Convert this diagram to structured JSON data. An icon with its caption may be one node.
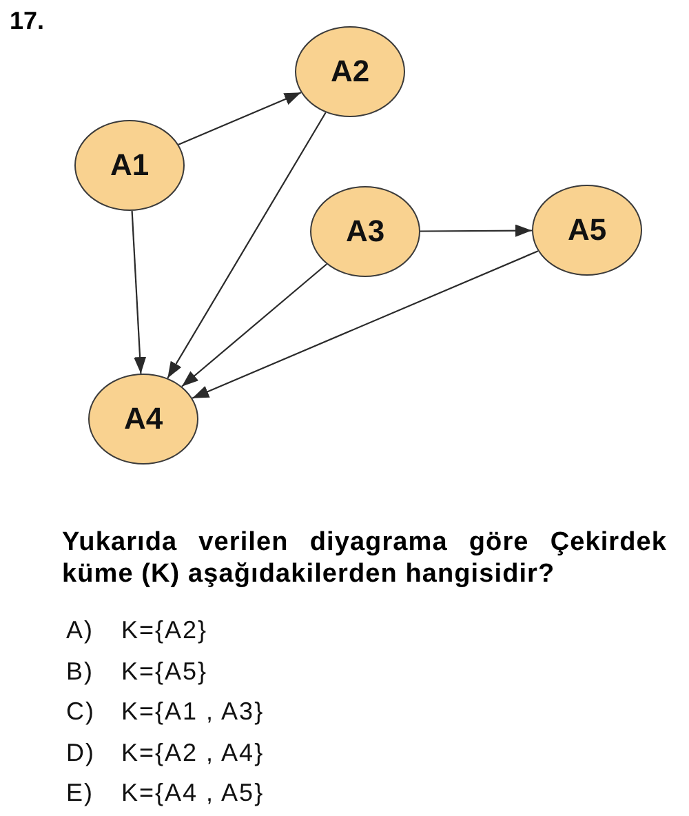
{
  "diagram": {
    "nodes": [
      {
        "text": [
          "A1"
        ]
      },
      {
        "text": [
          "A2"
        ]
      },
      {
        "text": [
          "A3"
        ]
      },
      {
        "text": [
          "A4"
        ]
      },
      {
        "text": [
          "A5"
        ]
      }
    ],
    "edges": [
      {
        "from": 0,
        "to": 1,
        "arrow": "to"
      },
      {
        "from": 0,
        "to": 3,
        "arrow": "to"
      },
      {
        "from": 1,
        "to": 3,
        "arrow": "to"
      },
      {
        "from": 2,
        "to": 4,
        "arrow": "to"
      },
      {
        "from": 2,
        "to": 3,
        "arrow": "to"
      },
      {
        "from": 4,
        "to": 3,
        "arrow": "to"
      }
    ],
    "labels": [
      "17.",
      "Yukarıda verilen diyagrama göre Çekirdek küme (K) aşağıdakilerden hangisidir?",
      "A)",
      "K={A2}",
      "B)",
      "K={A5}",
      "C)",
      "K={A1 , A3}",
      "D)",
      "K={A2 , A4}",
      "E)",
      "K={A4 , A5}"
    ]
  }
}
